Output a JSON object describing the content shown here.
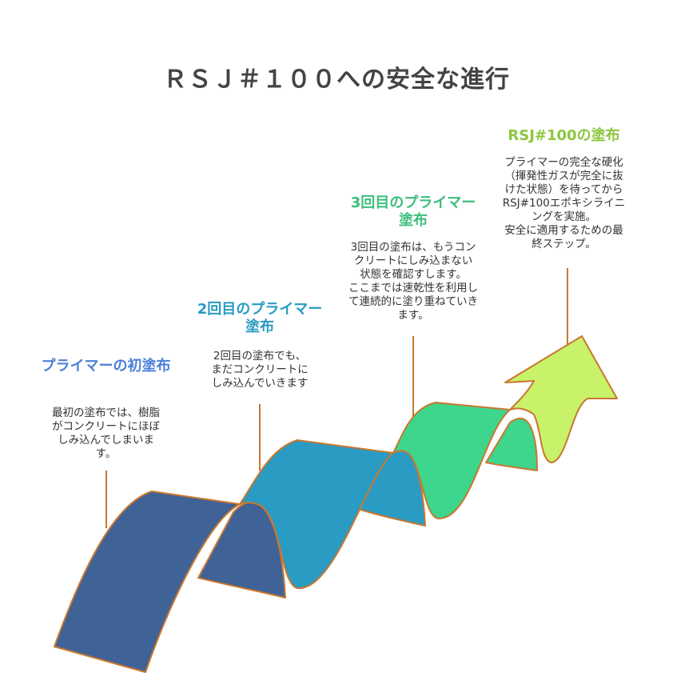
{
  "title": "ＲＳＪ＃１００への安全な進行",
  "steps": [
    {
      "heading": "プライマーの初塗布",
      "description": "最初の塗布では、樹脂\nがコンクリートにほぼ\nしみ込んでしまいま\nす。",
      "color": "#3F6297"
    },
    {
      "heading": "2回目のプライマー塗布",
      "description": "2回目の塗布でも、\nまだコンクリートに\nしみ込んでいきます",
      "color": "#2A9BC2"
    },
    {
      "heading": "3回目のプライマー塗布",
      "description": "3回目の塗布は、もうコン\nクリートにしみ込まない\n状態を確認すします。\nここまでは速乾性を利用し\nて連続的に塗り重ねていき\nます。",
      "color": "#3DD68C"
    },
    {
      "heading": "RSJ#100の塗布",
      "description": "プライマーの完全な硬化\n（揮発性ガスが完全に抜\nけた状態）を待ってから\nRSJ#100エポキシライニ\nングを実施。\n安全に適用するための最\n終ステップ。",
      "color": "#C7F26A"
    }
  ],
  "colors": {
    "stroke": "#C9772F",
    "heading1": "#4A80D9",
    "heading2": "#2A9BC2",
    "heading3": "#3CBE7C",
    "heading4": "#8DC63F"
  }
}
